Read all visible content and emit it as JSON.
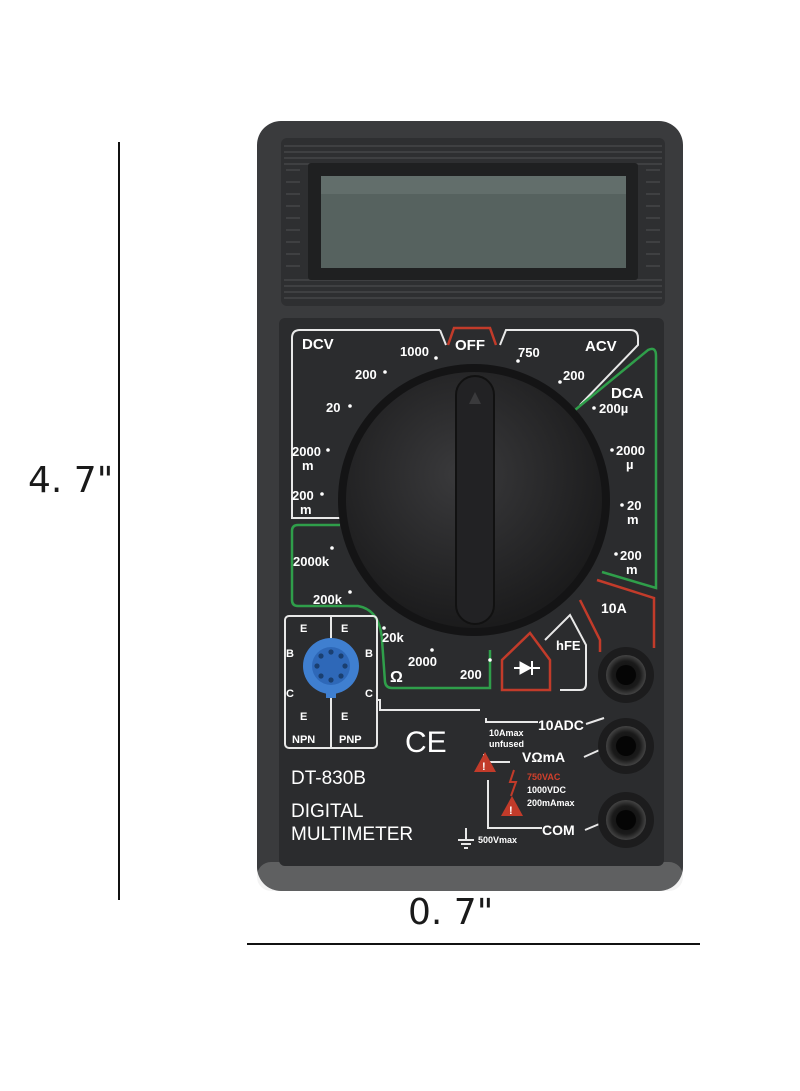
{
  "dimensions": {
    "height_label": "4. 7\"",
    "width_label": "0. 7\""
  },
  "device": {
    "model": "DT-830B",
    "name_line1": "DIGITAL",
    "name_line2": "MULTIMETER",
    "ce_mark": "CE",
    "off_label": "OFF",
    "dcv": {
      "label": "DCV",
      "ranges": [
        "1000",
        "200",
        "20",
        "2000",
        "m",
        "200",
        "m"
      ]
    },
    "acv": {
      "label": "ACV",
      "ranges": [
        "750",
        "200"
      ]
    },
    "dca": {
      "label": "DCA",
      "ranges": [
        "200µ",
        "2000",
        "µ",
        "20",
        "m",
        "200",
        "m"
      ]
    },
    "amp10": "10A",
    "hfe": "hFE",
    "ohm": {
      "symbol": "Ω",
      "ranges": [
        "2000k",
        "200k",
        "20k",
        "2000",
        "200"
      ]
    },
    "socket": {
      "e": "E",
      "b": "B",
      "c": "C",
      "npn": "NPN",
      "pnp": "PNP"
    },
    "jacks": {
      "adc_label": "10ADC",
      "adc_note1": "10Amax",
      "adc_note2": "unfused",
      "v_label": "VΩmA",
      "v_note1": "750VAC",
      "v_note2": "1000VDC",
      "v_note3": "200mAmax",
      "com_label": "COM",
      "com_note": "500Vmax"
    },
    "colors": {
      "body": "#3a3b3d",
      "panel": "#2b2c2e",
      "lcd": "#56625f",
      "accent_red": "#c23b2a",
      "accent_green": "#2f9e4a",
      "socket_blue": "#3f7fd0"
    }
  }
}
